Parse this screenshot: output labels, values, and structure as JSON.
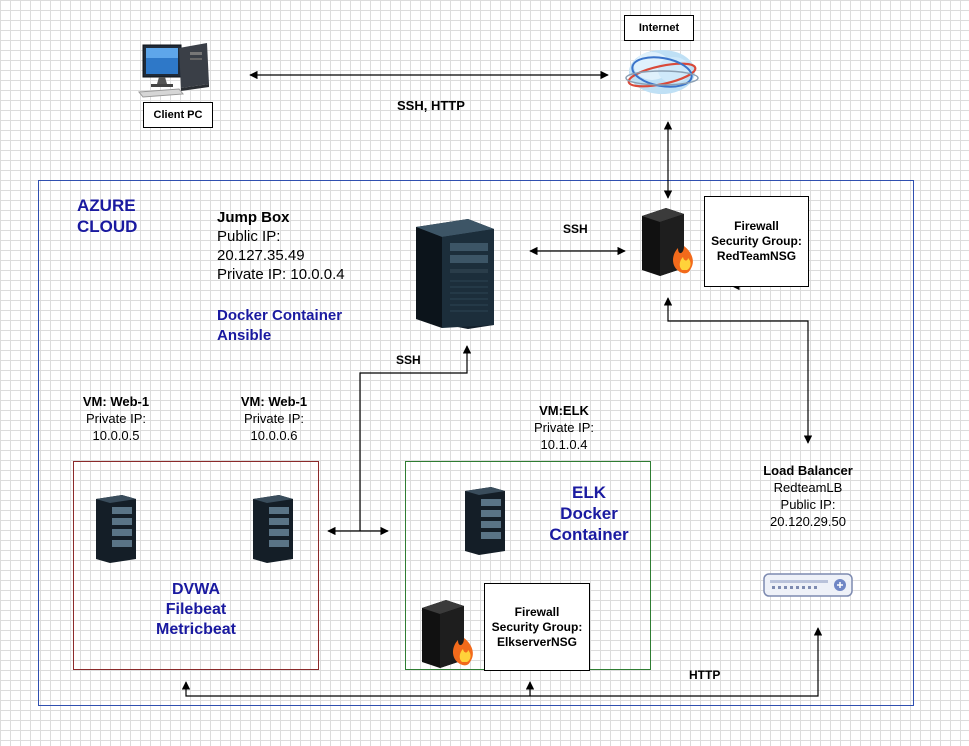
{
  "client": {
    "label": "Client PC"
  },
  "internet": {
    "label": "Internet"
  },
  "links": {
    "ssh_http": "SSH, HTTP",
    "ssh_top": "SSH",
    "ssh_mid": "SSH",
    "http": "HTTP"
  },
  "azure": {
    "line1": "AZURE",
    "line2": "CLOUD"
  },
  "jumpbox": {
    "title": "Jump Box",
    "public_label": "Public IP:",
    "public_ip": "20.127.35.49",
    "private": "Private IP: 10.0.0.4",
    "docker1": "Docker Container",
    "docker2": "Ansible"
  },
  "firewall_main": {
    "line1": "Firewall",
    "line2": "Security Group:",
    "line3": "RedTeamNSG"
  },
  "firewall_elk": {
    "line1": "Firewall",
    "line2": "Security Group:",
    "line3": "ElkserverNSG"
  },
  "web1": {
    "title": "VM: Web-1",
    "private_label": "Private IP:",
    "ip": "10.0.0.5"
  },
  "web2": {
    "title": "VM: Web-1",
    "private_label": "Private IP:",
    "ip": "10.0.0.6"
  },
  "elkvm": {
    "title": "VM:ELK",
    "private_label": "Private IP:",
    "ip": "10.1.0.4"
  },
  "elk": {
    "line1": "ELK",
    "line2": "Docker",
    "line3": "Container"
  },
  "dvwa": {
    "line1": "DVWA",
    "line2": "Filebeat",
    "line3": "Metricbeat"
  },
  "lb": {
    "title": "Load Balancer",
    "name": "RedteamLB",
    "public_label": "Public IP:",
    "ip": "20.120.29.50"
  },
  "colors": {
    "azure_border": "#2f4fb0",
    "dvwa_border": "#8b2a2a",
    "elk_border": "#2e7d32",
    "label_blue": "#1a1aa0"
  }
}
